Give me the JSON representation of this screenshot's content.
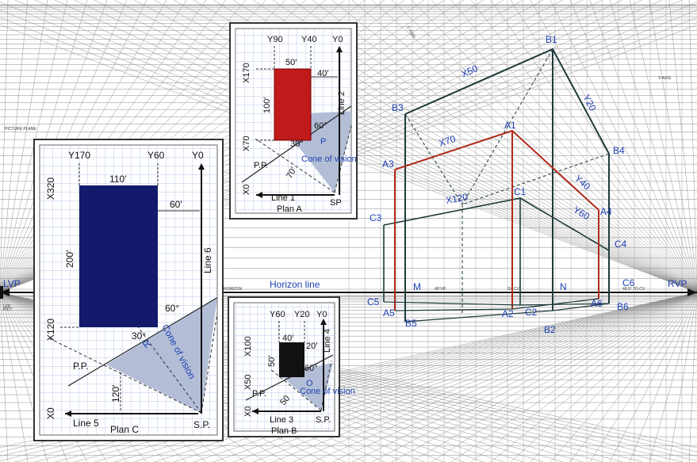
{
  "colors": {
    "grid": "#8a8a8a",
    "label_blue": "#1d3fb3",
    "plan_grid": "#9fb6e0",
    "cone_fill": "#b3bed6",
    "red_box": "#c01a1a",
    "navy_box": "#131a6b",
    "black_box": "#111111",
    "edge_dark": "#1e3a3a",
    "edge_red": "#b02a1a"
  },
  "perspective": {
    "lvp": "LVP",
    "rvp": "RVP",
    "horizon": "Horizon line",
    "horizon_small": "HORIZON",
    "picture_plane": "PICTURE PLANE",
    "v_axis": "V-AXIS",
    "lvp_small": "LVP",
    "pict_small": "PICT",
    "c_axis": "C-AXIS",
    "points": {
      "b1": "B1",
      "b3": "B3",
      "b4": "B4",
      "b2": "B2",
      "b5": "B5",
      "b6": "B6",
      "a1": "A1",
      "a3": "A3",
      "a4": "A4",
      "a2": "A2",
      "a5": "A5",
      "a6": "A6",
      "c1": "C1",
      "c2": "C2",
      "c3": "C3",
      "c4": "C4",
      "c5": "C5",
      "c6": "C6",
      "m": "M",
      "n": "N"
    },
    "axis_labels": {
      "x50": "X50",
      "y20": "Y20",
      "x70": "X70",
      "y40": "Y40",
      "x120": "X120",
      "y60": "Y60"
    },
    "small_notes": {
      "cv_left": "45°VP",
      "cv_mid": "SV CV",
      "cv_right": "46.5° TO CV"
    }
  },
  "plan_a": {
    "caption": "Plan A",
    "line_bottom": "Line 1",
    "line_right": "Line 2",
    "y90": "Y90",
    "y40": "Y40",
    "y0": "Y0",
    "x170": "X170",
    "x70": "X70",
    "x0": "X0",
    "dim_width": "50′",
    "dim_offset": "40′",
    "dim_depth": "100′",
    "angle60": "60°",
    "angle30": "30°",
    "pp": "P.P.",
    "p": "P",
    "dist": "70′",
    "cone": "Cone of vision",
    "sp": "SP"
  },
  "plan_b": {
    "caption": "Plan B",
    "line_bottom": "Line 3",
    "line_right": "Line 4",
    "y60": "Y60",
    "y20": "Y20",
    "y0": "Y0",
    "x100": "X100",
    "x50": "X50",
    "x0": "X0",
    "dim_width": "40′",
    "dim_offset": "20′",
    "dim_depth": "50′",
    "angle60": "60°",
    "pp": "P.P.",
    "o": "O",
    "dist": "50",
    "cone": "Cone of vision",
    "sp": "S.P."
  },
  "plan_c": {
    "caption": "Plan C",
    "line_bottom": "Line 5",
    "line_right": "Line 6",
    "y170": "Y170",
    "y60": "Y60",
    "y0": "Y0",
    "x320": "X320",
    "x120": "X120",
    "x0": "X0",
    "dim_width": "110′",
    "dim_offset": "60′",
    "dim_depth": "200′",
    "angle60": "60°",
    "angle30": "30°",
    "pp": "P.P.",
    "r": "R",
    "dist": "120′",
    "cone": "Cone of vision",
    "sp": "S.P."
  }
}
